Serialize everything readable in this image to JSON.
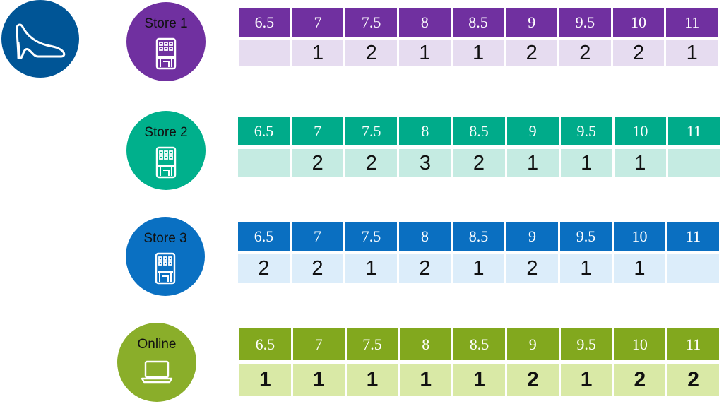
{
  "shoe_icon": "high-heel-shoe-icon",
  "stores": [
    {
      "name": "Store 1",
      "icon": "store-building-icon",
      "circle_color": "#7030a0",
      "header_color": "#7030a0",
      "row_color": "#e6dcf0",
      "sizes": [
        "6.5",
        "7",
        "7.5",
        "8",
        "8.5",
        "9",
        "9.5",
        "10",
        "11"
      ],
      "quantities": [
        "",
        "1",
        "2",
        "1",
        "1",
        "2",
        "2",
        "2",
        "1"
      ]
    },
    {
      "name": "Store 2",
      "icon": "store-building-icon",
      "circle_color": "#00b08c",
      "header_color": "#00ab8a",
      "row_color": "#c5ebe2",
      "sizes": [
        "6.5",
        "7",
        "7.5",
        "8",
        "8.5",
        "9",
        "9.5",
        "10",
        "11"
      ],
      "quantities": [
        "",
        "2",
        "2",
        "3",
        "2",
        "1",
        "1",
        "1",
        ""
      ]
    },
    {
      "name": "Store 3",
      "icon": "store-building-icon",
      "circle_color": "#0a70c2",
      "header_color": "#0a6fc1",
      "row_color": "#dcedfa",
      "sizes": [
        "6.5",
        "7",
        "7.5",
        "8",
        "8.5",
        "9",
        "9.5",
        "10",
        "11"
      ],
      "quantities": [
        "2",
        "2",
        "1",
        "2",
        "1",
        "2",
        "1",
        "1",
        ""
      ]
    },
    {
      "name": "Online",
      "icon": "laptop-icon",
      "circle_color": "#8aae2a",
      "header_color": "#82a81e",
      "row_color": "#d9e9a6",
      "sizes": [
        "6.5",
        "7",
        "7.5",
        "8",
        "8.5",
        "9",
        "9.5",
        "10",
        "11"
      ],
      "quantities": [
        "1",
        "1",
        "1",
        "1",
        "1",
        "2",
        "1",
        "2",
        "2"
      ]
    }
  ]
}
